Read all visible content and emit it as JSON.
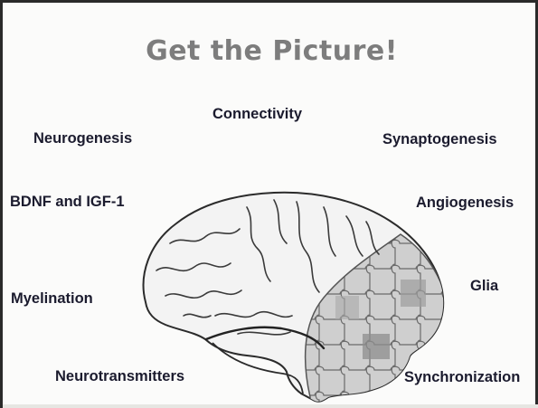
{
  "slide": {
    "title": "Get the Picture!",
    "terms": {
      "connectivity": "Connectivity",
      "neurogenesis": "Neurogenesis",
      "synaptogenesis": "Synaptogenesis",
      "bdnf": "BDNF and IGF-1",
      "angiogenesis": "Angiogenesis",
      "glia": "Glia",
      "myelination": "Myelination",
      "neurotransmitters": "Neurotransmitters",
      "synchronization": "Synchronization"
    },
    "illustration": {
      "icon": "brain-puzzle-icon"
    }
  }
}
